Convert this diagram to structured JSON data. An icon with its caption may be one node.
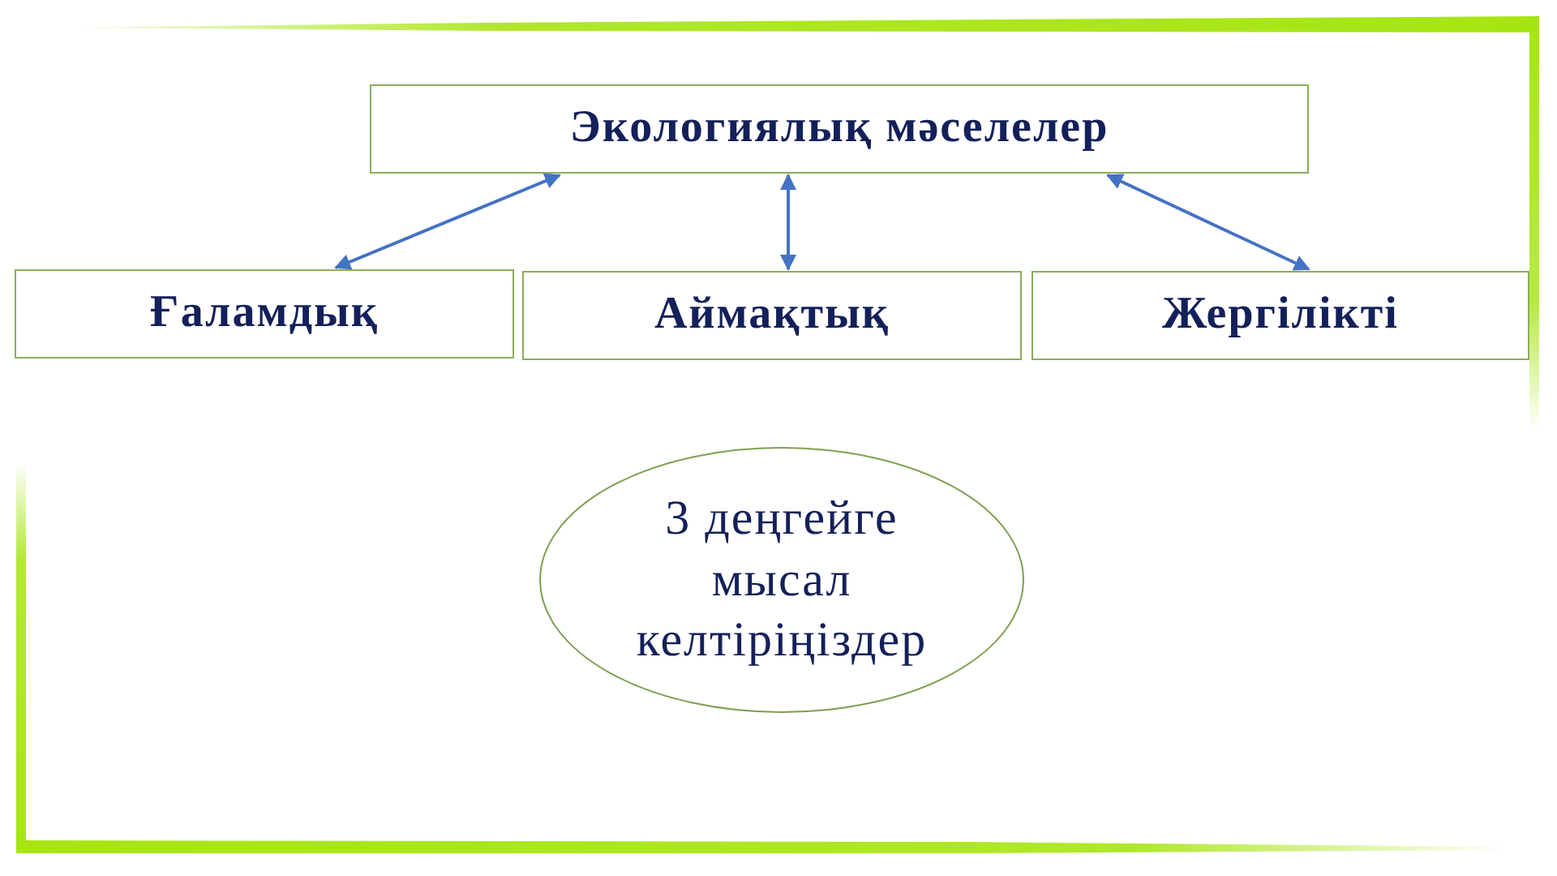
{
  "diagram": {
    "nodes": [
      {
        "text": [
          "Экологиялық мәселелер"
        ]
      },
      {
        "text": [
          "Ғаламдық"
        ]
      },
      {
        "text": [
          "Аймақтық"
        ]
      },
      {
        "text": [
          "Жергілікті"
        ]
      },
      {
        "text": [
          "3 деңгейге мысал келтіріңіздер"
        ]
      }
    ],
    "edges": [
      {
        "from": 0,
        "to": 1,
        "arrow": "both"
      },
      {
        "from": 0,
        "to": 2,
        "arrow": "both"
      },
      {
        "from": 0,
        "to": 3,
        "arrow": "both"
      }
    ]
  }
}
